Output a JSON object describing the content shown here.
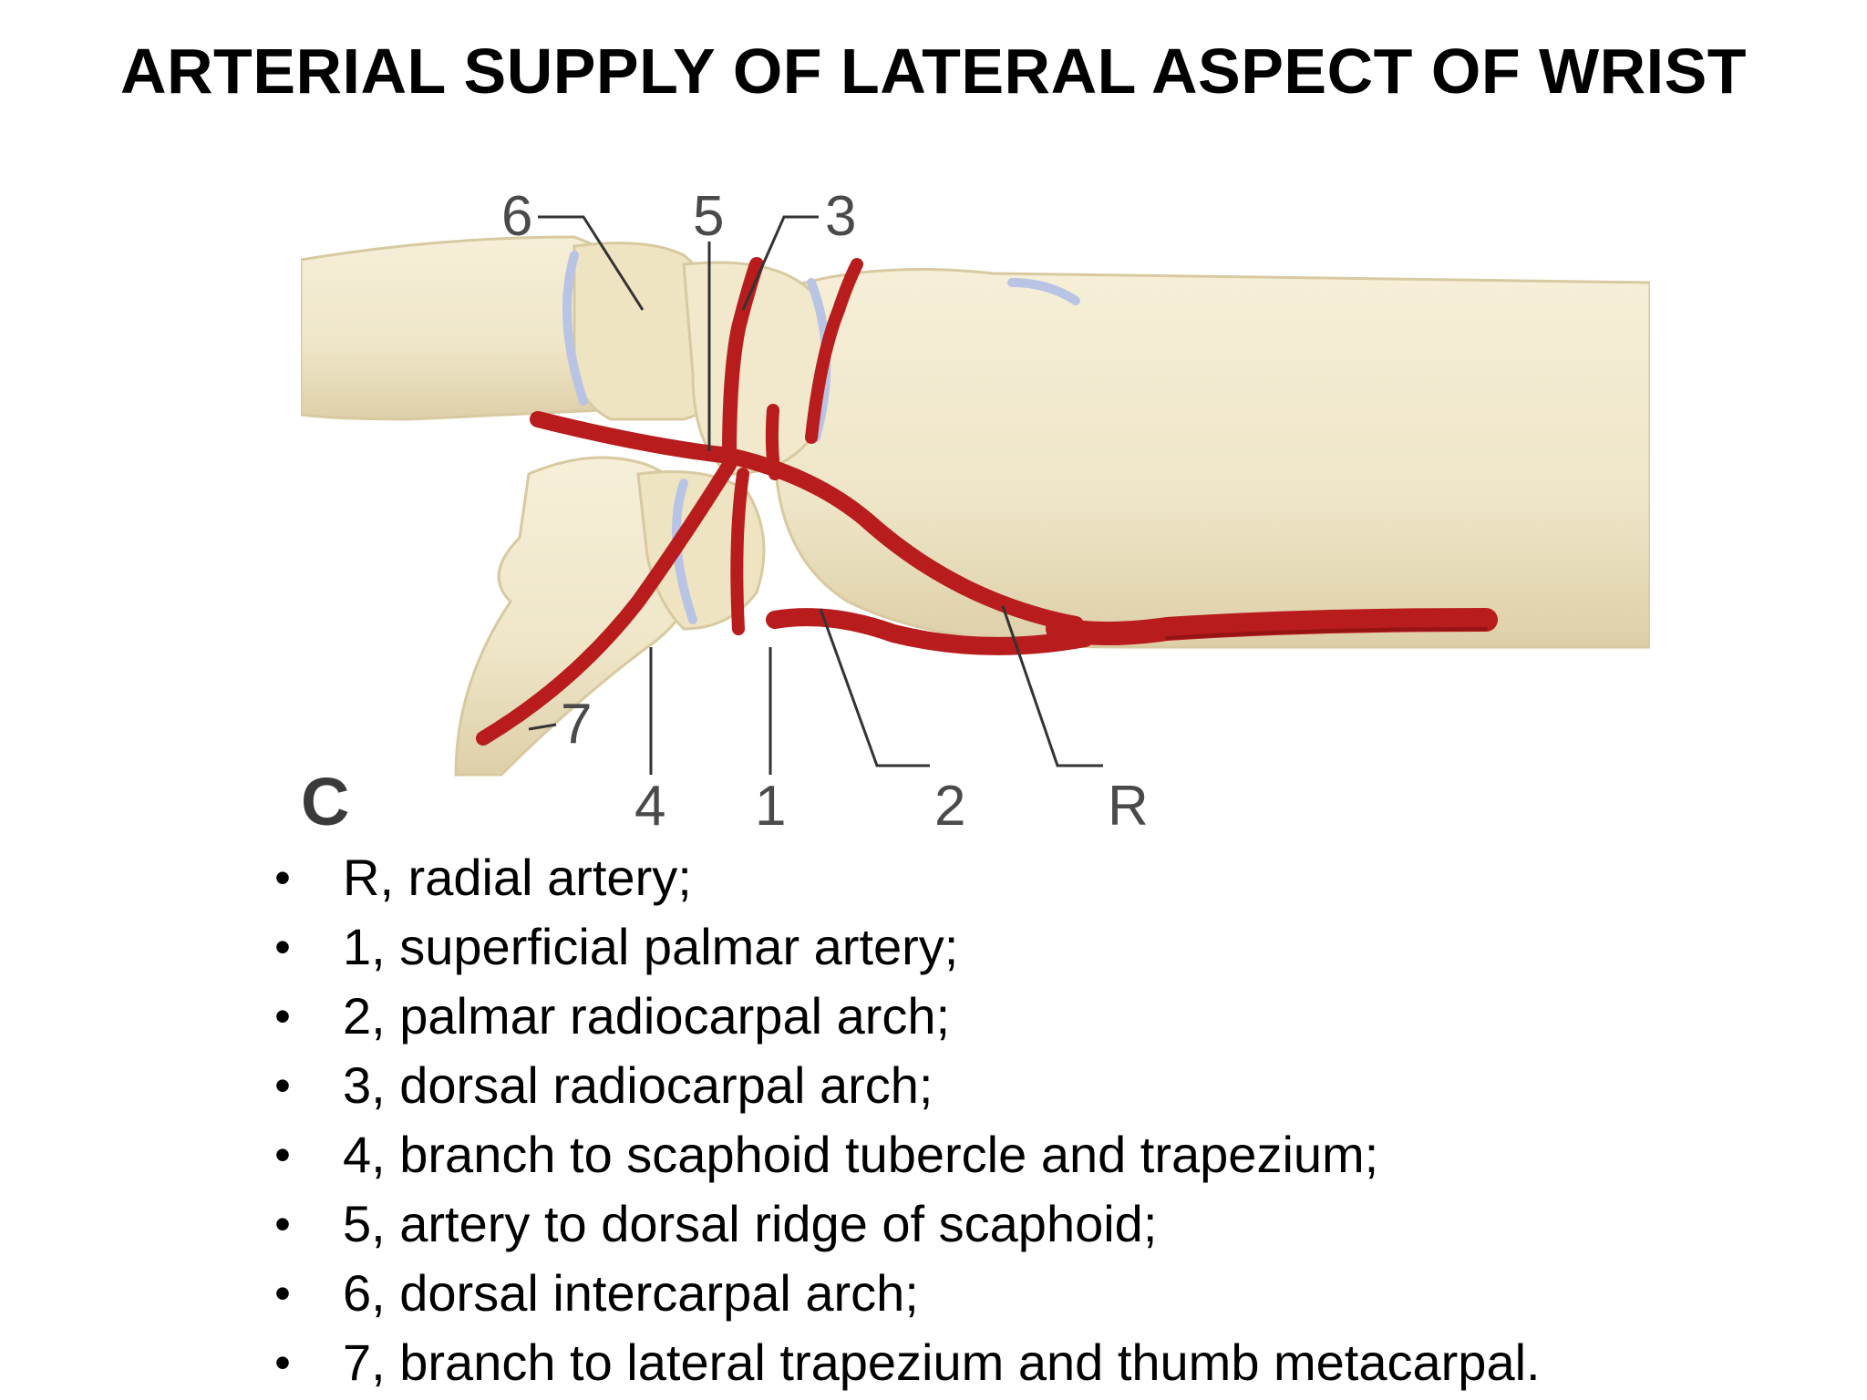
{
  "slide": {
    "title": "ARTERIAL SUPPLY OF LATERAL ASPECT OF WRIST"
  },
  "figure": {
    "panel_label": "C",
    "callouts": [
      "6",
      "5",
      "3",
      "7",
      "4",
      "1",
      "2",
      "R"
    ],
    "colors": {
      "bone": "#efe6c8",
      "bone_shadow": "#d9cba3",
      "artery": "#b81c1c",
      "artery_dark": "#7d0f0f",
      "cartilage": "#b9c4e4",
      "leader_line": "#333333"
    }
  },
  "legend": {
    "items": [
      "R, radial artery;",
      "1, superficial palmar artery;",
      "2, palmar radiocarpal arch;",
      "3, dorsal radiocarpal arch;",
      "4, branch to scaphoid tubercle and trapezium;",
      "5, artery to dorsal ridge of scaphoid;",
      "6, dorsal intercarpal arch;",
      "7, branch to lateral trapezium and thumb metacarpal."
    ],
    "bullet": "•"
  }
}
